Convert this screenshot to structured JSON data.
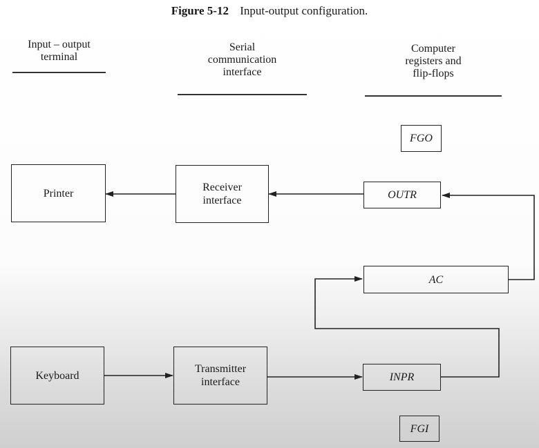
{
  "title": {
    "number": "Figure 5-12",
    "caption": "Input-output configuration."
  },
  "columns": {
    "terminal": "Input – output\nterminal",
    "interface": "Serial\ncommunication\ninterface",
    "registers": "Computer\nregisters and\nflip-flops"
  },
  "blocks": {
    "printer": "Printer",
    "receiver": "Receiver\ninterface",
    "keyboard": "Keyboard",
    "transmitter": "Transmitter\ninterface"
  },
  "registers": {
    "fgo": "FGO",
    "outr": "OUTR",
    "ac": "AC",
    "inpr": "INPR",
    "fgi": "FGI"
  }
}
